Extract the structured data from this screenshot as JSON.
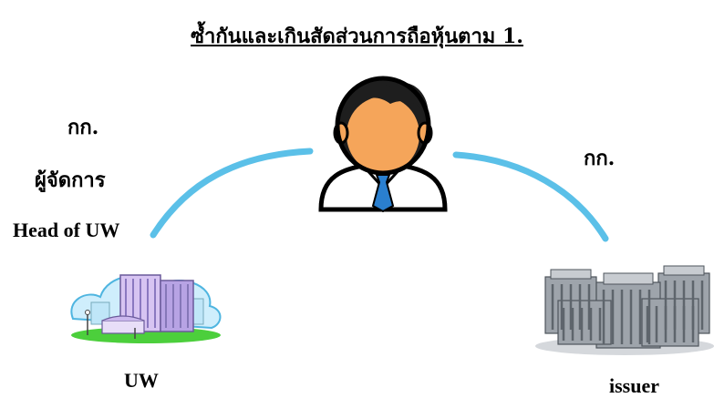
{
  "title": "ซ้ำกันและเกินสัดส่วนการถือหุ้นตาม 1.",
  "left_side": {
    "label_1": "กก.",
    "label_2": "ผู้จัดการ",
    "label_3": "Head of UW",
    "entity": "UW"
  },
  "right_side": {
    "label_1": "กก.",
    "entity": "issuer"
  },
  "colors": {
    "connector": "#5bc0e8",
    "skin": "#f5a55a",
    "hair": "#1e1e1e",
    "shirt": "#ffffff",
    "tie": "#2a7fcf"
  },
  "icons": [
    "person-icon",
    "office-building-icon",
    "bank-buildings-icon"
  ]
}
